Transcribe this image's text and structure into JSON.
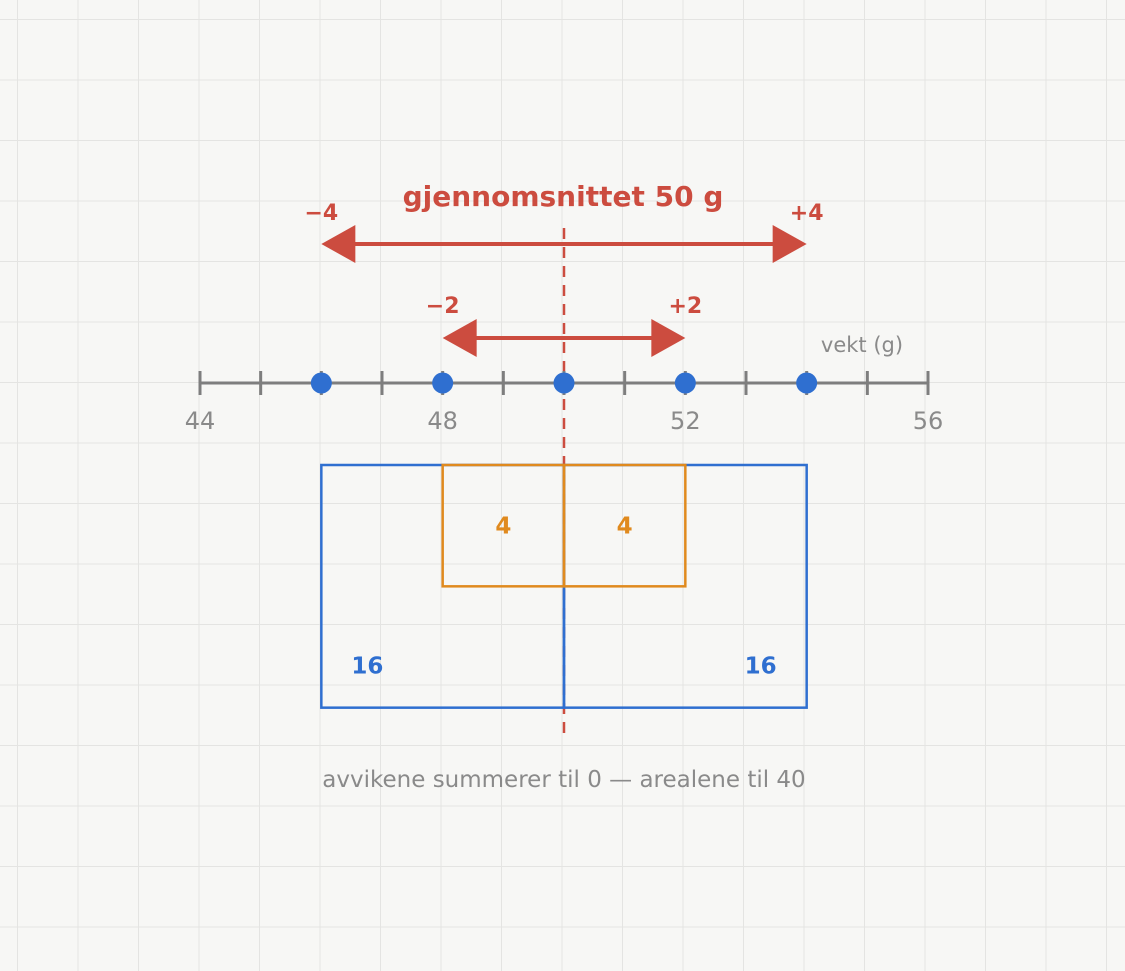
{
  "title": "gjennomsnittet 50 g",
  "axis": {
    "label": "vekt (g)",
    "min": 44,
    "max": 56,
    "tick_step": 1,
    "tick_labels": [
      "44",
      "48",
      "52",
      "56"
    ],
    "tick_label_values": [
      44,
      48,
      52,
      56
    ]
  },
  "mean": 50,
  "points": [
    46,
    48,
    50,
    52,
    54
  ],
  "deviations": [
    {
      "label": "−4",
      "value": -4
    },
    {
      "label": "+4",
      "value": 4
    },
    {
      "label": "−2",
      "value": -2
    },
    {
      "label": "+2",
      "value": 2
    }
  ],
  "squares": [
    {
      "side": "left",
      "size": 4,
      "area_label": "16",
      "color": "#2f6fd0"
    },
    {
      "side": "right",
      "size": 4,
      "area_label": "16",
      "color": "#2f6fd0"
    },
    {
      "side": "left",
      "size": 2,
      "area_label": "4",
      "color": "#e08a1e"
    },
    {
      "side": "right",
      "size": 2,
      "area_label": "4",
      "color": "#e08a1e"
    }
  ],
  "caption": "avvikene summerer til 0 — arealene til 40",
  "colors": {
    "accent": "#cc4c3f",
    "point": "#2f6fd0",
    "axis": "#7e7e7e",
    "square_large": "#2f6fd0",
    "square_small": "#e08a1e"
  }
}
